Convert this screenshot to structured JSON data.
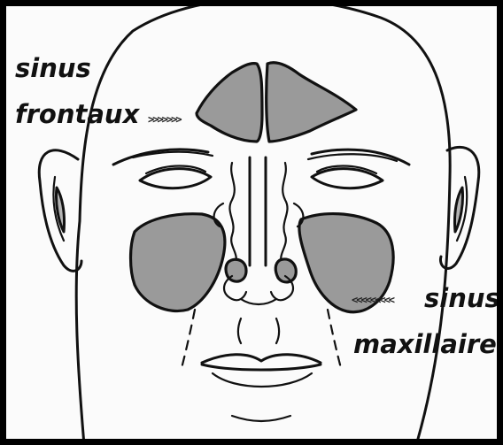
{
  "labels": {
    "frontal_line1": "sinus",
    "frontal_line2": "frontaux",
    "maxillary_line1": "sinus",
    "maxillary_line2": "maxillaires"
  },
  "arrows": {
    "frontal": ">>>>>>>",
    "maxillary": "<<<<<<<<<"
  },
  "colors": {
    "frame": "#000000",
    "background": "#fbfbfb",
    "sinus_fill": "#9a9a9a",
    "ink": "#111111"
  }
}
